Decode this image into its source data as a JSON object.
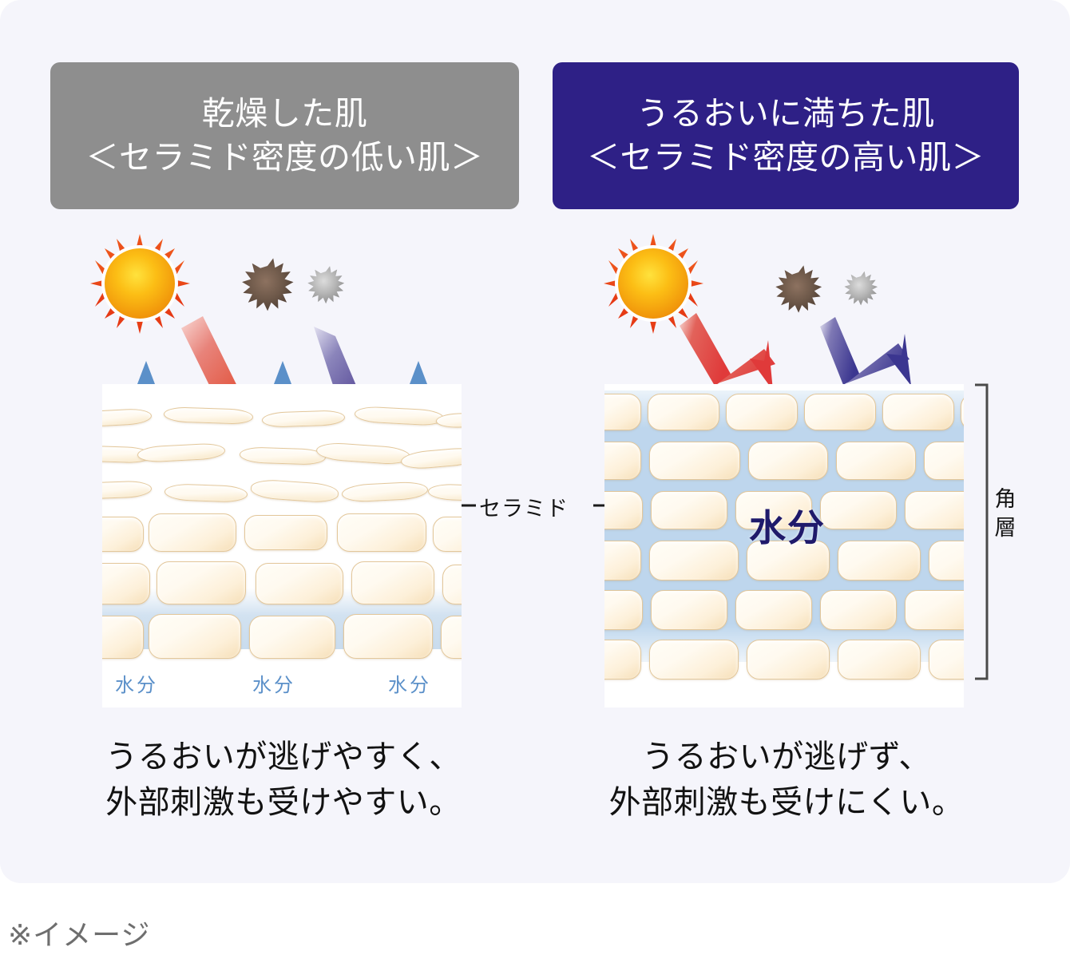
{
  "background_color": "#f5f5fb",
  "headers": {
    "dry": {
      "line1": "乾燥した肌",
      "line2": "＜セラミド密度の低い肌＞",
      "bg_color": "#8e8e8e",
      "text_color": "#ffffff"
    },
    "moist": {
      "line1": "うるおいに満ちた肌",
      "line2": "＜セラミド密度の高い肌＞",
      "bg_color": "#2e2086",
      "text_color": "#ffffff"
    }
  },
  "left_panel": {
    "moisture_labels": [
      "水分",
      "水分",
      "水分"
    ],
    "moisture_label_color": "#5b90c9",
    "dashed_line_color": "#3f7fc0",
    "sun_icon": "sun-icon",
    "particle_icons": [
      "pollutant-particle-dark-icon",
      "pollutant-particle-gray-icon"
    ],
    "penetrating_arrows": [
      {
        "name": "uv-penetrating-arrow",
        "color": "#e0452a"
      },
      {
        "name": "pollutant-penetrating-arrow",
        "color": "#4b3c8f"
      }
    ]
  },
  "right_panel": {
    "droplet_label": "水分",
    "droplet_label_color": "#1f1a6b",
    "cycle_arrow_colors": [
      "#1e1a6e",
      "#b6a8cd"
    ],
    "sun_icon": "sun-icon",
    "particle_icons": [
      "pollutant-particle-dark-icon",
      "pollutant-particle-gray-icon"
    ],
    "deflected_arrows": [
      {
        "name": "uv-deflected-arrow",
        "color": "#e03a3a"
      },
      {
        "name": "pollutant-deflected-arrow",
        "color": "#45409a"
      }
    ]
  },
  "annotations": {
    "ceramide": "セラミド",
    "stratum_corneum_line1": "角",
    "stratum_corneum_line2": "層"
  },
  "captions": {
    "left_line1": "うるおいが逃げやすく、",
    "left_line2": "外部刺激も受けやすい。",
    "right_line1": "うるおいが逃げず、",
    "right_line2": "外部刺激も受けにくい。"
  },
  "footer": {
    "note": "※イメージ"
  }
}
